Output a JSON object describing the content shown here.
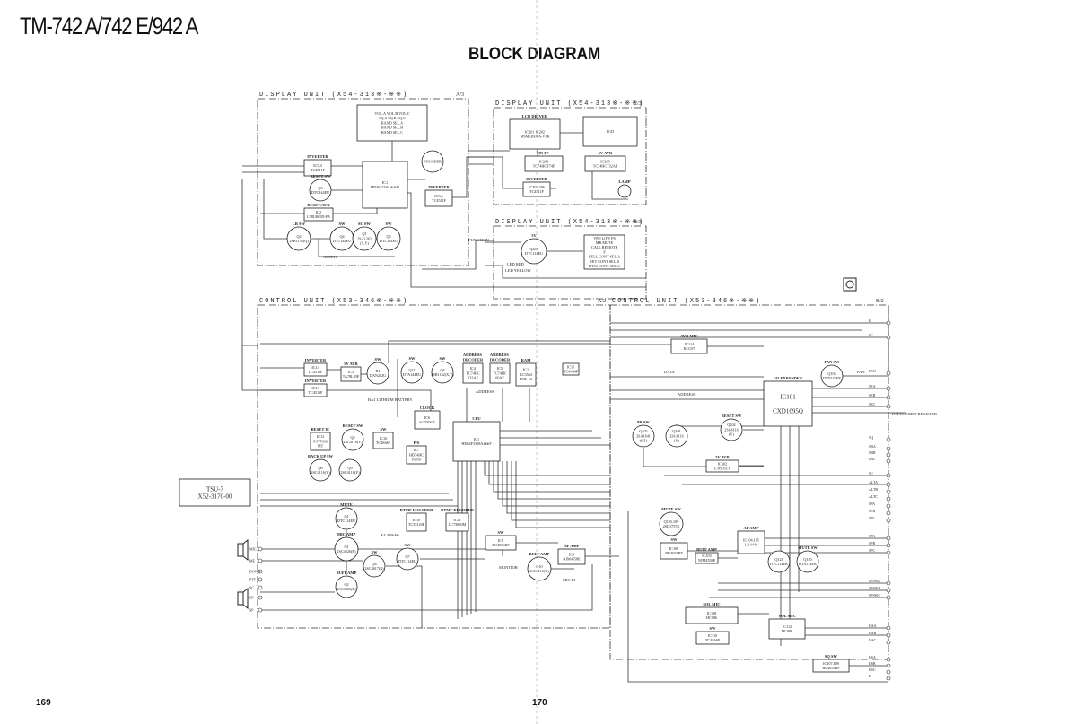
{
  "header": {
    "title": "TM-742 A/742 E/942 A",
    "heading": "BLOCK DIAGRAM"
  },
  "pages": {
    "left": "169",
    "right": "170"
  },
  "frames": [
    {
      "id": "display_a",
      "title": "DISPLAY UNIT (X54-313※-※※)",
      "sheet": "A/3"
    },
    {
      "id": "display_c",
      "title": "DISPLAY UNIT (X54-313※-※※)",
      "sheet": "C/3"
    },
    {
      "id": "display_b",
      "title": "DISPLAY UNIT (X54-313※-※※)",
      "sheet": "B/3"
    },
    {
      "id": "control_a",
      "title": "CONTROL UNIT (X53-346※-※※)",
      "sheet": "A/2"
    },
    {
      "id": "control_b",
      "title": "CONTROL UNIT (X53-346※-※※)",
      "sheet": "B/2"
    }
  ],
  "blocks": [
    {
      "id": "vol",
      "shape": "rect",
      "lines": [
        "VOL.A VOL.B VOL.C",
        "SQ.A SQ.B SQ.C",
        "BAND SEL.A",
        "BAND SEL.B",
        "BAND SEL.C"
      ]
    },
    {
      "id": "d_ic1",
      "shape": "rect",
      "lines": [
        "IC1",
        "HD404718A※※H"
      ]
    },
    {
      "id": "d_ic54",
      "shape": "rect",
      "caption": "INVERTER",
      "lines": [
        "IC5,4",
        "TC4511F"
      ]
    },
    {
      "id": "d_q3",
      "shape": "circle",
      "caption": "RESET SW",
      "lines": [
        "Q3",
        "DTC144EU"
      ]
    },
    {
      "id": "d_ic2",
      "shape": "rect",
      "caption": "RESET/AVR",
      "lines": [
        "IC2",
        "L78LR05D-FA"
      ]
    },
    {
      "id": "d_q2",
      "shape": "circle",
      "caption": "LB SW",
      "lines": [
        "Q2",
        "2SB1132(Q)"
      ]
    },
    {
      "id": "d_q4",
      "shape": "circle",
      "caption": "SW",
      "lines": [
        "Q4",
        "DTC144EU"
      ]
    },
    {
      "id": "d_q1",
      "shape": "circle",
      "caption": "SC SW",
      "lines": [
        "Q1",
        "2SA1362",
        "(X,Y)"
      ]
    },
    {
      "id": "d_q5",
      "shape": "circle",
      "caption": "SW",
      "lines": [
        "Q5",
        "DTC114EU"
      ]
    },
    {
      "id": "encoder",
      "shape": "circle",
      "lines": [
        "ENCODER"
      ]
    },
    {
      "id": "d_ic36",
      "shape": "rect",
      "caption": "INVERTER",
      "lines": [
        "IC3,6",
        "TC4511F"
      ]
    },
    {
      "id": "ic201",
      "shape": "rect",
      "caption": "LCD DRIVER",
      "lines": [
        "IC201  IC202",
        "MSM5260GS-V1K"
      ]
    },
    {
      "id": "lcd",
      "shape": "rect",
      "lines": [
        "LCD"
      ]
    },
    {
      "id": "ic204",
      "shape": "rect",
      "caption": "IN FF",
      "lines": [
        "IC204",
        "TC74HCT74F"
      ]
    },
    {
      "id": "ic205",
      "shape": "rect",
      "caption": "5V AVR",
      "lines": [
        "IC205",
        "TC74HCT32AF"
      ]
    },
    {
      "id": "ic203",
      "shape": "rect",
      "caption": "INVERTER",
      "lines": [
        "IC203,206",
        "TC4511F"
      ]
    },
    {
      "id": "lamp",
      "shape": "circle",
      "caption": "LAMP",
      "lines": [
        ""
      ]
    },
    {
      "id": "q201",
      "shape": "circle",
      "caption": "5V",
      "lines": [
        "Q201",
        "DTC114EU"
      ]
    },
    {
      "id": "funcs",
      "shape": "rect",
      "lines": [
        "VFO   LOW PS",
        "MR    MUTE",
        "CALL  REMOTE",
        "F",
        "BELL  CONT SEL.A",
        "REV   CONT SEL.B",
        "DTSS  CONT SEL.C"
      ]
    },
    {
      "id": "c_ic14",
      "shape": "rect",
      "caption": "INVERTER",
      "lines": [
        "IC14",
        "TC4511F"
      ]
    },
    {
      "id": "c_ic13",
      "shape": "rect",
      "caption": "INVERTER",
      "lines": [
        "IC13",
        "TC4511F"
      ]
    },
    {
      "id": "c_ic3",
      "shape": "rect",
      "caption": "5V AVR",
      "lines": [
        "IC3",
        "TA78L05F"
      ]
    },
    {
      "id": "c_d1",
      "shape": "circle",
      "caption": "SW",
      "lines": [
        "D1",
        "DAN202U"
      ]
    },
    {
      "id": "c_q11",
      "shape": "circle",
      "caption": "SW",
      "lines": [
        "Q11",
        "DTA144EU"
      ]
    },
    {
      "id": "c_q4",
      "shape": "circle",
      "caption": "SW",
      "lines": [
        "Q4",
        "2SB1132(X,Y)"
      ]
    },
    {
      "id": "c_ic4",
      "shape": "rect",
      "caption": "ADDRESS DECODER",
      "lines": [
        "IC4",
        "TC74HC",
        "133AF"
      ]
    },
    {
      "id": "c_ic5",
      "shape": "rect",
      "caption": "ADDRESS DECODER",
      "lines": [
        "IC5",
        "TC74HC",
        "00AF"
      ]
    },
    {
      "id": "c_ic2",
      "shape": "rect",
      "caption": "RAM",
      "lines": [
        "IC2",
        "LC3564",
        "PML-12"
      ]
    },
    {
      "id": "c_ic15",
      "shape": "rect",
      "lines": [
        "IC15",
        "TC4S66F"
      ]
    },
    {
      "id": "c_ic6",
      "shape": "rect",
      "caption": "CLOCK",
      "lines": [
        "IC6",
        "S-3530CF"
      ]
    },
    {
      "id": "cpu",
      "shape": "rect",
      "caption": "CPU",
      "lines": [
        "IC1",
        "HD64F3308A※※F"
      ]
    },
    {
      "id": "c_ic12",
      "shape": "rect",
      "caption": "RESET IC",
      "lines": [
        "IC12",
        "PST7030",
        "MT"
      ]
    },
    {
      "id": "c_q5",
      "shape": "circle",
      "caption": "RESET SW",
      "lines": [
        "Q5",
        "2SC4116(Y)"
      ]
    },
    {
      "id": "c_ic16",
      "shape": "rect",
      "caption": "SW",
      "lines": [
        "IC16",
        "TC4S66F"
      ]
    },
    {
      "id": "c_ic7",
      "shape": "rect",
      "caption": "P/S",
      "lines": [
        "IC7",
        "HD74HC",
        "163TF"
      ]
    },
    {
      "id": "c_q6",
      "shape": "circle",
      "caption": "BACK UP SW",
      "lines": [
        "Q6",
        "2SC4116(Y)"
      ]
    },
    {
      "id": "c_q9",
      "shape": "circle",
      "lines": [
        "Q9",
        "2SC4116(Y)"
      ]
    },
    {
      "id": "tsu",
      "shape": "rect",
      "lines": [
        "TSU-7",
        "X52-3170-00"
      ]
    },
    {
      "id": "c_q1m",
      "shape": "circle",
      "caption": "MUTE",
      "lines": [
        "Q1",
        "DTC114EU"
      ]
    },
    {
      "id": "c_q1a",
      "shape": "circle",
      "caption": "MIC AMP",
      "lines": [
        "Q1",
        "2SC4226(R)"
      ]
    },
    {
      "id": "c_q8",
      "shape": "circle",
      "caption": "SW",
      "lines": [
        "Q8",
        "2SC4617(R)"
      ]
    },
    {
      "id": "c_q2",
      "shape": "circle",
      "caption": "BUFF AMP",
      "lines": [
        "Q2",
        "2SC4226(R)"
      ]
    },
    {
      "id": "c_ic10",
      "shape": "rect",
      "caption": "DTMF ENCODER",
      "lines": [
        "IC10",
        "TC35120F"
      ]
    },
    {
      "id": "c_ic11",
      "shape": "rect",
      "caption": "DTMF DECODER",
      "lines": [
        "IC11",
        "LC73850M"
      ]
    },
    {
      "id": "c_q7",
      "shape": "circle",
      "caption": "SW",
      "lines": [
        "Q7",
        "DTC114EU"
      ]
    },
    {
      "id": "c_ic8",
      "shape": "rect",
      "caption": "SW",
      "lines": [
        "IC8",
        "BU4066BF"
      ]
    },
    {
      "id": "c_q10",
      "shape": "circle",
      "caption": "BUFF AMP",
      "lines": [
        "Q10",
        "2SC4116(Y)"
      ]
    },
    {
      "id": "c_ic9",
      "shape": "rect",
      "caption": "AF AMP",
      "lines": [
        "IC9",
        "NJM4558E"
      ]
    },
    {
      "id": "ic114",
      "shape": "rect",
      "caption": "AVR MIC",
      "lines": [
        "IC114",
        "KCC07"
      ]
    },
    {
      "id": "ic101",
      "shape": "rect",
      "caption": "I/O EXPANDER",
      "lines": [
        "IC101",
        "",
        "CXD1095Q"
      ]
    },
    {
      "id": "q103",
      "shape": "circle",
      "caption": "FAN SW",
      "lines": [
        "Q103",
        "DTD143EK"
      ]
    },
    {
      "id": "q102",
      "shape": "circle",
      "caption": "8R SW",
      "lines": [
        "Q102",
        "2SA1641",
        "(S,T)"
      ]
    },
    {
      "id": "q101",
      "shape": "circle",
      "lines": [
        "Q101",
        "2SC4116",
        "(Y)"
      ]
    },
    {
      "id": "q104",
      "shape": "circle",
      "caption": "RESET SW",
      "lines": [
        "Q104",
        "2SC4116",
        "(Y)"
      ]
    },
    {
      "id": "ic102",
      "shape": "rect",
      "caption": "5V AVR",
      "lines": [
        "IC102",
        "L78S05CV"
      ]
    },
    {
      "id": "q105",
      "shape": "circle",
      "caption": "MUTE SW",
      "lines": [
        "Q105,109",
        "2SD1757K"
      ]
    },
    {
      "id": "ic106",
      "shape": "rect",
      "caption": "SW",
      "lines": [
        "IC106",
        "BU4053BF"
      ]
    },
    {
      "id": "ic103",
      "shape": "rect",
      "caption": "BUFF AMP",
      "lines": [
        "IC103",
        "NJM4558E"
      ]
    },
    {
      "id": "ic104",
      "shape": "rect",
      "caption": "AF AMP",
      "lines": [
        "IC104,105",
        "LA4440"
      ]
    },
    {
      "id": "q121",
      "shape": "circle",
      "lines": [
        "Q121",
        "DTC114EK"
      ]
    },
    {
      "id": "q120",
      "shape": "circle",
      "caption": "MUTE SW",
      "lines": [
        "Q120",
        "DTA114EK"
      ]
    },
    {
      "id": "ic108",
      "shape": "rect",
      "caption": "SQL MIC",
      "lines": [
        "IC108",
        "HC086"
      ]
    },
    {
      "id": "ic110",
      "shape": "rect",
      "caption": "SW",
      "lines": [
        "IC110",
        "TC4S66F"
      ]
    },
    {
      "id": "ic112",
      "shape": "rect",
      "caption": "VOL MIC",
      "lines": [
        "IC112",
        "HC086"
      ]
    },
    {
      "id": "ic107",
      "shape": "rect",
      "caption": "SQ SW",
      "lines": [
        "IC107,109",
        "BU4053BF"
      ]
    }
  ],
  "notes": [
    {
      "id": "green",
      "text": "GREEN"
    },
    {
      "id": "led_red",
      "text": "LED RED"
    },
    {
      "id": "led_yellow",
      "text": "LED YELLOW"
    },
    {
      "id": "battery",
      "text": "BA1 LITHIUM BATTERY"
    },
    {
      "id": "function",
      "text": "FUNCTION"
    },
    {
      "id": "data",
      "text": "DATA"
    },
    {
      "id": "address",
      "text": "ADDRESS"
    },
    {
      "id": "address2",
      "text": "ADDRESS"
    },
    {
      "id": "monitor",
      "text": "MONITOR"
    },
    {
      "id": "mic_in",
      "text": "MIC IN"
    },
    {
      "id": "x4",
      "text": "X4 400kHz"
    },
    {
      "id": "pll",
      "text": "TO PLL SHIFT REGISTER"
    },
    {
      "id": "fan",
      "text": "FAN"
    }
  ],
  "connectors_left": [
    "MIC",
    "ME",
    "DOWN",
    "PTT",
    "SC",
    "SP",
    "SP"
  ],
  "connectors_right": [
    "B",
    "SC",
    "FAN",
    "SEA",
    "SEB",
    "SEC",
    "SQ",
    "SBA",
    "SBB",
    "SBC",
    "SC",
    "ALTA",
    "ALTB",
    "ALTC",
    "SPA",
    "SPB",
    "SPC",
    "SPA",
    "SPB",
    "SPC",
    "SPSWA",
    "SPSWB",
    "SPSWC",
    "RAA",
    "RAB",
    "RAC",
    "RSA",
    "RSB",
    "RSC",
    "B"
  ]
}
